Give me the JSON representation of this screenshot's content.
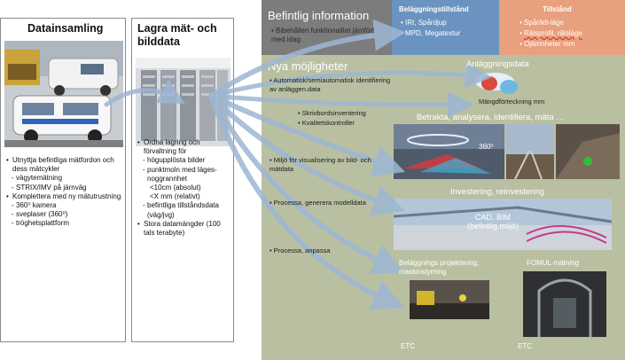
{
  "col1": {
    "title": "Datainsamling",
    "bullets": [
      {
        "level": 0,
        "text": "Utnyttja befintliga mätfordon och dess mätcykler"
      },
      {
        "level": 1,
        "text": "vägytemätning"
      },
      {
        "level": 1,
        "text": "STRIX/IMV på järnväg"
      },
      {
        "level": 0,
        "text": "Komplettera med ny mätutrustning"
      },
      {
        "level": 1,
        "text": "360⁰ kamera"
      },
      {
        "level": 1,
        "text": "sveplaser (360⁰)"
      },
      {
        "level": 1,
        "text": "tröghetsplattform"
      }
    ]
  },
  "col2": {
    "title_line1": "Lagra mät- och",
    "title_line2": "bilddata",
    "bullets": [
      {
        "level": 0,
        "text": "Ordna lagring och förvaltning för"
      },
      {
        "level": 1,
        "text": "högupplösta bilder"
      },
      {
        "level": 1,
        "text": "punktmoln med läges-noggrannhet"
      },
      {
        "level": 2,
        "text": "<10cm (absolut)"
      },
      {
        "level": 2,
        "text": "<X mm (relativt)"
      },
      {
        "level": 1,
        "text": "befintliga tillståndsdata (väg/jvg)"
      },
      {
        "level": 0,
        "text": "Stora datamängder (100 tals terabyte)"
      }
    ]
  },
  "befintlig": {
    "title": "Befintlig information",
    "bullet": "Bibehållen funktionalitet jämfört med idag"
  },
  "belaggning": {
    "title": "Beläggningstillstånd",
    "items": [
      "IRI, Spårdjup",
      "MPD, Megatextur"
    ]
  },
  "tillstand": {
    "title": "Tillstånd",
    "items": [
      "Spår/ktl-läge",
      "Rälsprofil, rälsläge",
      "Ojämnheter mm"
    ]
  },
  "nya": {
    "title": "Nya möjligheter",
    "bullets": [
      "Automatisk/semiautomatisk identifiering av anläggen.data",
      "Miljö för visualisering av bild- och mätdata",
      "Processa, generera modelldata",
      "Processa, anpassa"
    ],
    "sub_bullets": [
      "Skrivbordsinventering",
      "Kvalitetskontroller"
    ]
  },
  "anlaggningsdata": {
    "title": "Anläggningsdata",
    "subtitle": "Mängdförteckning mm"
  },
  "betrakta": {
    "title": "Betrakta, analysera, identifiera, mäta …",
    "tag": "360⁰"
  },
  "investering": {
    "title": "Investering, reinvestering",
    "cad_line1": "CAD, BIM",
    "cad_line2": "(befintlig miljö)"
  },
  "belprojekt": {
    "title": "Beläggnings projektering, maskinstyrning",
    "etc": "ETC"
  },
  "fomul": {
    "title": "FOMUL-mätning",
    "etc": "ETC"
  },
  "colors": {
    "panel": "#b9c0a2",
    "band_grey": "#7c7c7c",
    "band_blue": "#6a93bf",
    "band_orange": "#e8a07e",
    "arrow": "#9db6d3"
  }
}
